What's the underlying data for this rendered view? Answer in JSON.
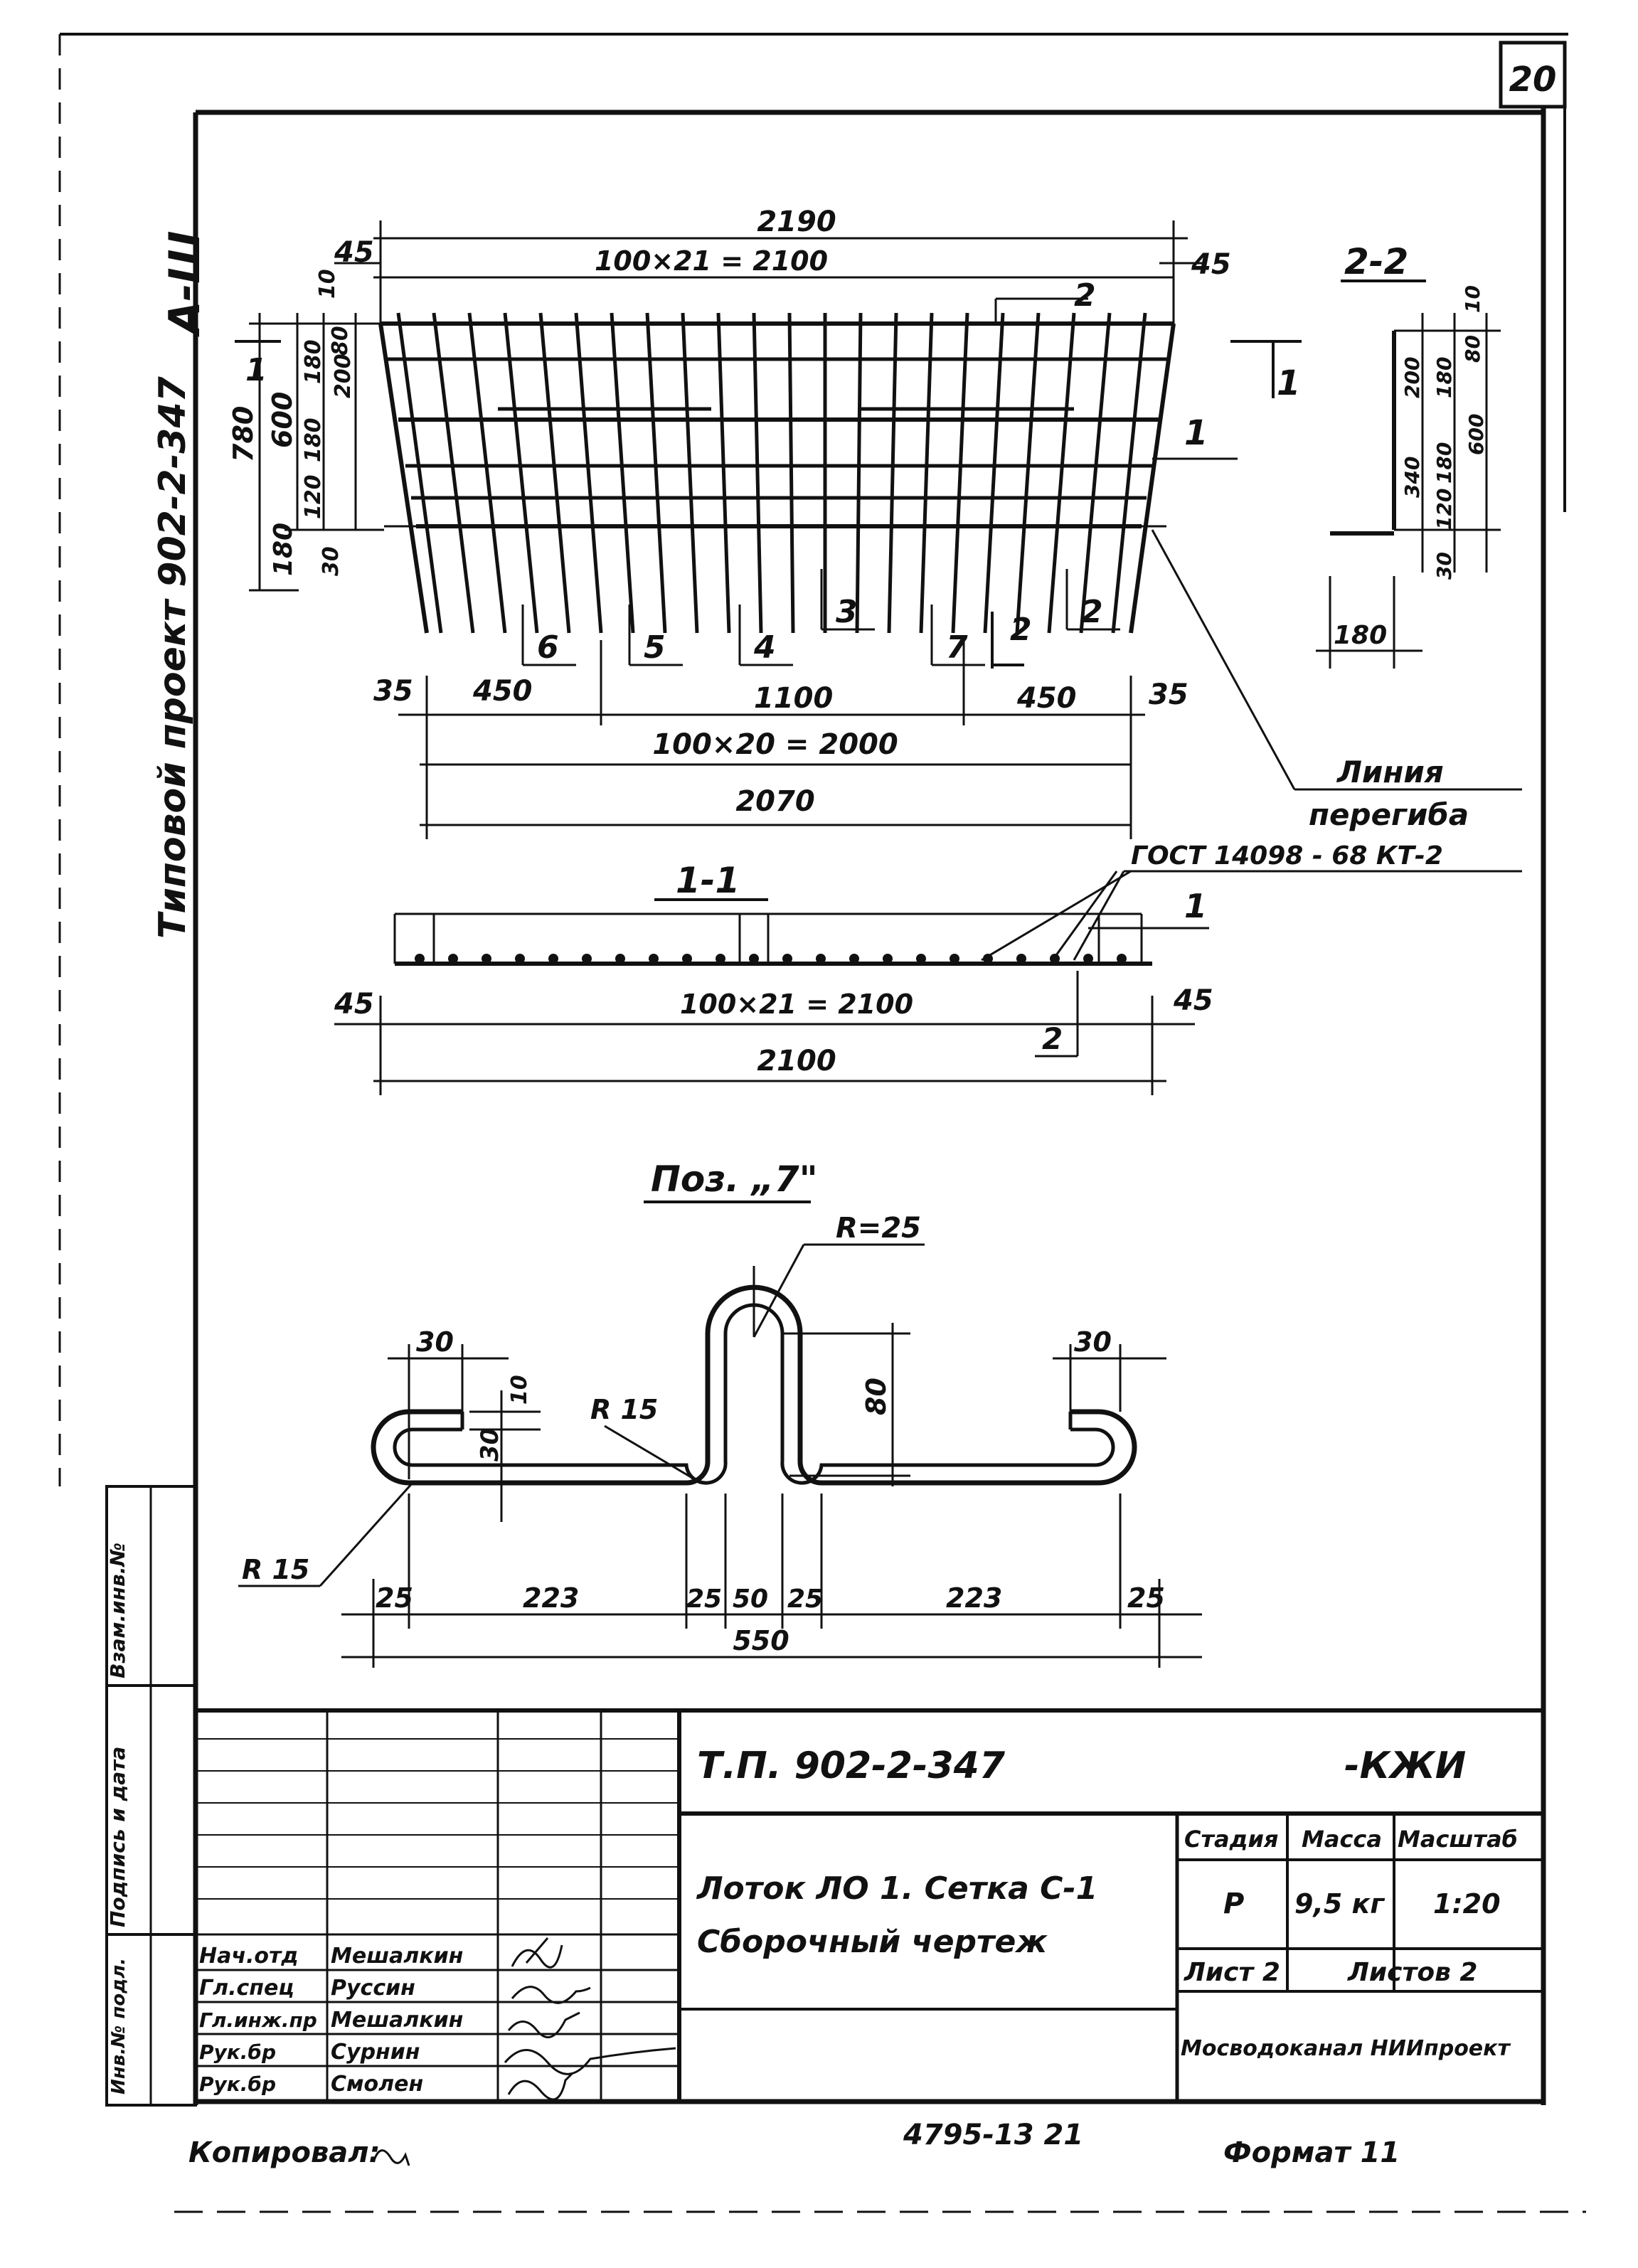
{
  "sheet": {
    "number": "20",
    "side_title": "Типовой проект 902-2-347",
    "side_mark": "А-Ш",
    "changes_label": "Взам.инв.№",
    "sign_label": "Подпись и дата",
    "inv_label": "Инв.№ подл."
  },
  "plan": {
    "dims": {
      "total_top": "2190",
      "step_top": "100×21 = 2100",
      "left_45": "45",
      "right_45": "45",
      "h_780": "780",
      "h_600": "600",
      "h_180": "180",
      "v_10": "10",
      "v_80": "80",
      "v_180a": "180",
      "v_200": "200",
      "v_180b": "180",
      "v_120": "120",
      "v_30": "30",
      "b35l": "35",
      "b450l": "450",
      "b1100": "1100",
      "b450r": "450",
      "b35r": "35",
      "step_bottom": "100×20 = 2000",
      "total_bottom": "2070"
    },
    "section_mark_1": "1",
    "section_mark_2": "2",
    "positions": [
      "6",
      "5",
      "4",
      "3",
      "7",
      "2"
    ],
    "pos1": "1",
    "bend_label_1": "Линия",
    "bend_label_2": "перегиба"
  },
  "section22": {
    "title": "2-2",
    "dims": [
      "10",
      "80",
      "180",
      "200",
      "180",
      "340",
      "600",
      "120",
      "30"
    ],
    "w": "180"
  },
  "section11": {
    "title": "1-1",
    "gost": "ГОСТ 14098 - 68  КТ-2",
    "pos1": "1",
    "pos2": "2",
    "left_45": "45",
    "right_45": "45",
    "step": "100×21 = 2100",
    "total": "2100"
  },
  "pos7": {
    "title": "Поз. „7\"",
    "r25": "R=25",
    "r15a": "R 15",
    "r15b": "R 15",
    "d30a": "30",
    "d30b": "30",
    "d10": "10",
    "d30v": "30",
    "d80": "80",
    "bottom": [
      "25",
      "223",
      "25",
      "50",
      "25",
      "223",
      "25"
    ],
    "total": "550"
  },
  "title_block": {
    "project": "Т.П. 902-2-347",
    "code": "-КЖИ",
    "name_1": "Лоток ЛО 1.  Сетка С-1",
    "name_2": "Сборочный    чертеж",
    "stage_h": "Стадия",
    "mass_h": "Масса",
    "scale_h": "Масштаб",
    "stage": "Р",
    "mass": "9,5 кг",
    "scale": "1:20",
    "sheet": "Лист 2",
    "sheets": "Листов 2",
    "org": "Мосводоканал НИИпроект",
    "people": [
      {
        "role": "Нач.отд",
        "name": "Мешалкин"
      },
      {
        "role": "Гл.спец",
        "name": "Руссин"
      },
      {
        "role": "Гл.инж.пр",
        "name": "Мешалкин"
      },
      {
        "role": "Рук.бр",
        "name": "Сурнин"
      },
      {
        "role": "Рук.бр",
        "name": "Смолен"
      }
    ]
  },
  "footer": {
    "copied": "Копировал:",
    "inv": "4795-13  21",
    "format": "Формат 11"
  }
}
